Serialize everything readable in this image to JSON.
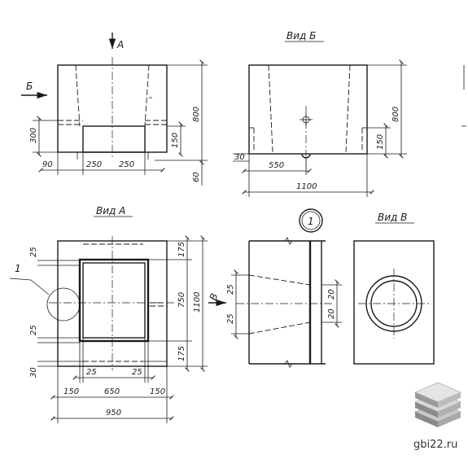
{
  "views": {
    "view_b_title": "Вид Б",
    "view_a_title": "Вид А",
    "view_v_title": "Вид В",
    "arrow_a": "А",
    "arrow_b": "Б",
    "arrow_v": "В",
    "callout_number": "1",
    "callout_leader": "1"
  },
  "front": {
    "h800": "800",
    "h300": "300",
    "h150": "150",
    "w90": "90",
    "w250a": "250",
    "w250b": "250",
    "h60": "60"
  },
  "side": {
    "h800": "800",
    "h150": "150",
    "h30": "30",
    "w550": "550",
    "w1100": "1100"
  },
  "plan": {
    "t25a": "25",
    "t25b": "25",
    "t30": "30",
    "r175a": "175",
    "r750": "750",
    "r175b": "175",
    "r1100": "1100",
    "b25a": "25",
    "b25b": "25",
    "b650": "650",
    "b150a": "150",
    "b150b": "150",
    "b950": "950"
  },
  "section": {
    "l25a": "25",
    "l25b": "25",
    "r20a": "20",
    "r20b": "20"
  },
  "watermark": {
    "site": "gbi22.ru",
    "logo_icon": "stacked-slabs-icon"
  }
}
